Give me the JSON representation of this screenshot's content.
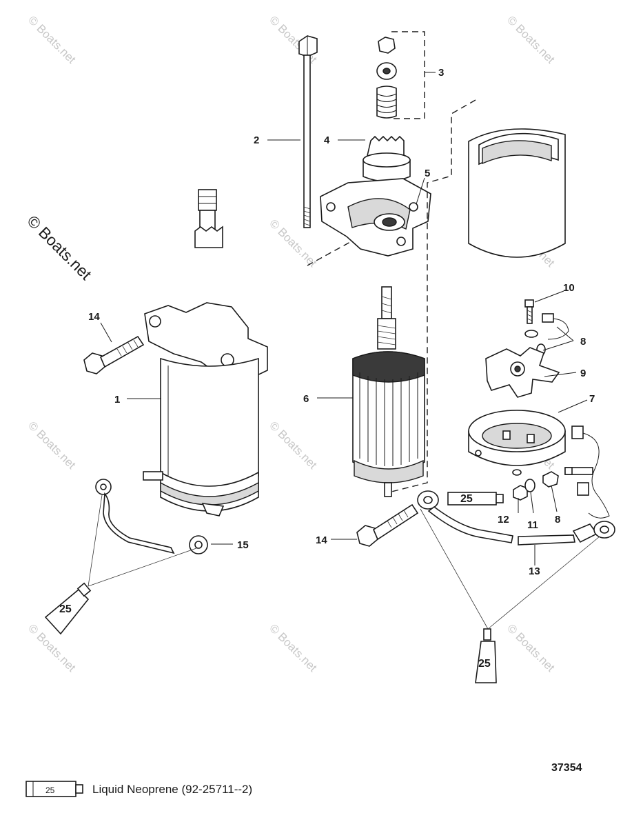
{
  "watermark": {
    "text": "© Boats.net",
    "big_text": "© Boats.net"
  },
  "callouts": [
    {
      "id": "1",
      "label": "1"
    },
    {
      "id": "2",
      "label": "2"
    },
    {
      "id": "3",
      "label": "3"
    },
    {
      "id": "4",
      "label": "4"
    },
    {
      "id": "5",
      "label": "5"
    },
    {
      "id": "6",
      "label": "6"
    },
    {
      "id": "7",
      "label": "7"
    },
    {
      "id": "8a",
      "label": "8"
    },
    {
      "id": "8b",
      "label": "8"
    },
    {
      "id": "9",
      "label": "9"
    },
    {
      "id": "10",
      "label": "10"
    },
    {
      "id": "11",
      "label": "11"
    },
    {
      "id": "12",
      "label": "12"
    },
    {
      "id": "13",
      "label": "13"
    },
    {
      "id": "14a",
      "label": "14"
    },
    {
      "id": "14b",
      "label": "14"
    },
    {
      "id": "15",
      "label": "15"
    }
  ],
  "tube_labels": {
    "tube_left": "25",
    "tube_right": "25",
    "tube_center": "25",
    "legend_tube": "25"
  },
  "reference_number": "37354",
  "legend": {
    "text": "Liquid Neoprene (92-25711--2)"
  }
}
